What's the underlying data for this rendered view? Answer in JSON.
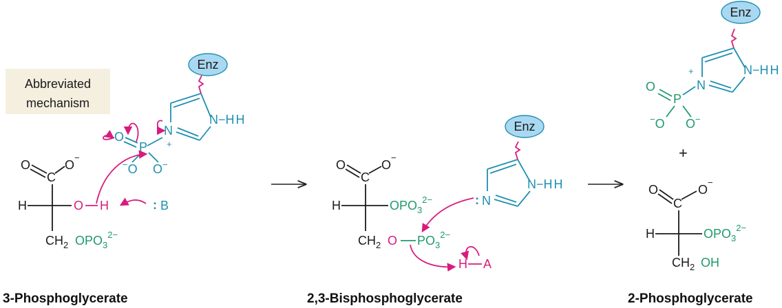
{
  "note_box": {
    "line1": "Abbreviated",
    "line2": "mechanism",
    "bg": "#f4efdf"
  },
  "enz": {
    "label": "Enz",
    "fill": "#a9d8f2"
  },
  "plus": "+",
  "colors": {
    "black": "#1a1a1a",
    "teal": "#1f8fb0",
    "green": "#1e9a6b",
    "magenta": "#d81b7d"
  },
  "atoms": {
    "O": "O",
    "C": "C",
    "H": "H",
    "N": "N",
    "P": "P",
    "B": "B",
    "A": "A",
    "Ominus": "O",
    "minus": "−",
    "plus": "+",
    "dots": ":",
    "two_minus": "2−",
    "sub2": "2",
    "sub3": "3",
    "CH": "CH",
    "OPO": "OPO",
    "OH": "OH",
    "NH": "N−H"
  },
  "captions": {
    "left": "3-Phosphoglycerate",
    "middle": "2,3-Bisphosphoglycerate",
    "right": "2-Phosphoglycerate"
  }
}
